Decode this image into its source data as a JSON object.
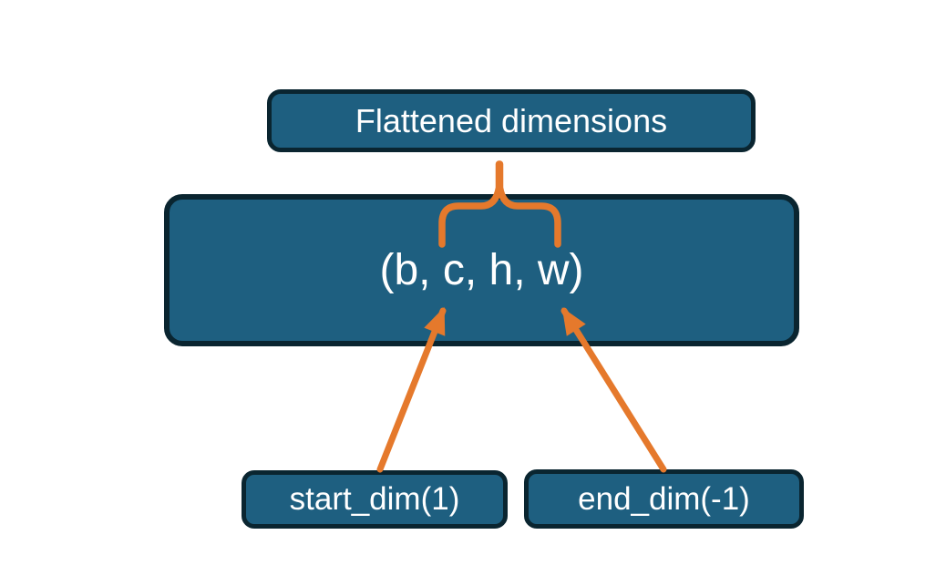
{
  "diagram": {
    "title_node": {
      "label": "Flattened dimensions"
    },
    "tuple_node": {
      "label": "(b, c, h, w)"
    },
    "start_node": {
      "label": "start_dim(1)"
    },
    "end_node": {
      "label": "end_dim(-1)"
    }
  },
  "colors": {
    "node-fill": "#1E5F80",
    "node-border": "#0A2530",
    "node-text": "#FFFFFF",
    "accent": "#E5792C",
    "bg": "#FFFFFF"
  }
}
